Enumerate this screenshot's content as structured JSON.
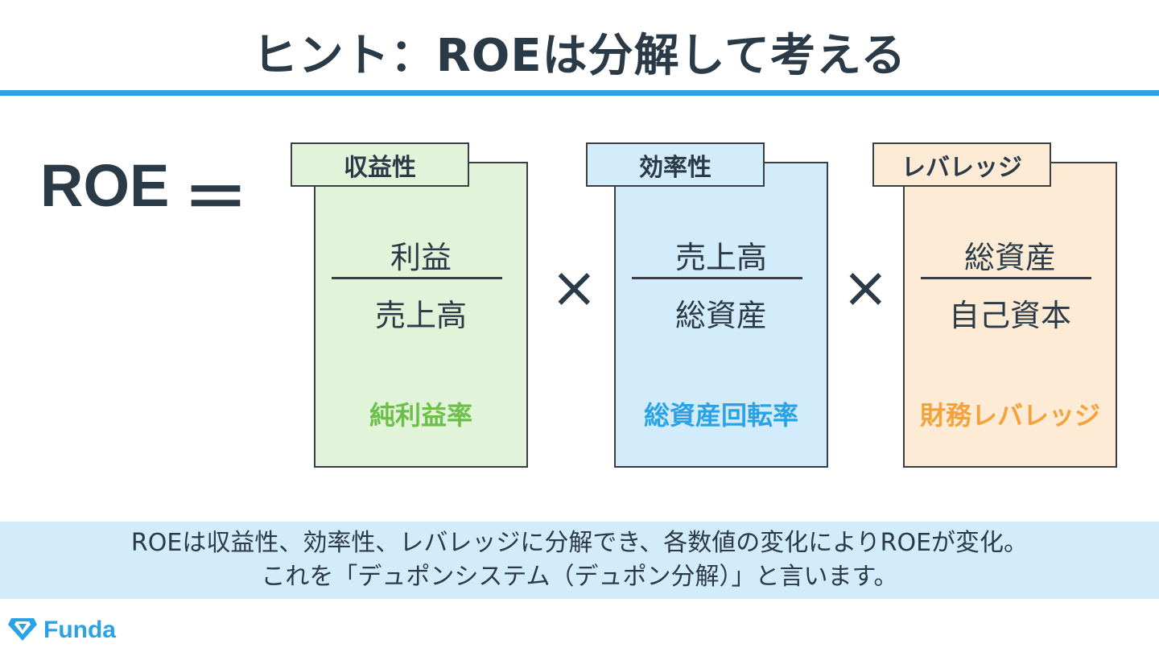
{
  "title": "ヒント：ROEは分解して考える",
  "formula": {
    "lhs": "ROE",
    "equals": "＝",
    "operator": "×"
  },
  "cards": [
    {
      "tab": "収益性",
      "numerator": "利益",
      "denominator": "売上高",
      "caption": "純利益率",
      "fill": "#e1f3d9",
      "tab_fill": "#e1f3d9",
      "caption_color": "#6cc04a"
    },
    {
      "tab": "効率性",
      "numerator": "売上高",
      "denominator": "総資産",
      "caption": "総資産回転率",
      "fill": "#d3ecfb",
      "tab_fill": "#d3ecfb",
      "caption_color": "#29a3e6"
    },
    {
      "tab": "レバレッジ",
      "numerator": "総資産",
      "denominator": "自己資本",
      "caption": "財務レバレッジ",
      "fill": "#fdebd6",
      "tab_fill": "#fdebd6",
      "caption_color": "#f5a23a"
    }
  ],
  "note": {
    "line1": "ROEは収益性、効率性、レバレッジに分解でき、各数値の変化によりROEが変化。",
    "line2": "これを「デュポンシステム（デュポン分解）」と言います。"
  },
  "logo": {
    "text": "Funda",
    "icon": "diamond-logo-icon",
    "color": "#29a3e6"
  }
}
